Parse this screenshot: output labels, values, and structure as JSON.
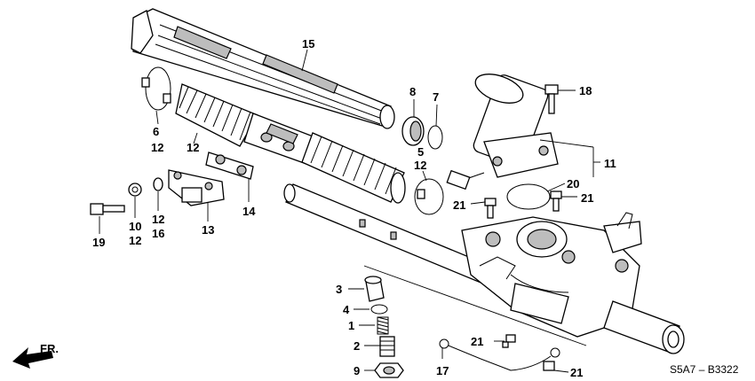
{
  "diagram_code": "S5A7 – B3322",
  "front_marker": "FR.",
  "callouts": [
    "15",
    "6",
    "12",
    "12",
    "8",
    "7",
    "5",
    "12",
    "18",
    "11",
    "20",
    "21",
    "21",
    "19",
    "10",
    "12",
    "12",
    "16",
    "13",
    "14",
    "3",
    "4",
    "1",
    "2",
    "9",
    "17",
    "21",
    "21"
  ],
  "colors": {
    "line": "#000000",
    "background": "#ffffff",
    "shade": "#bdbdbd"
  }
}
